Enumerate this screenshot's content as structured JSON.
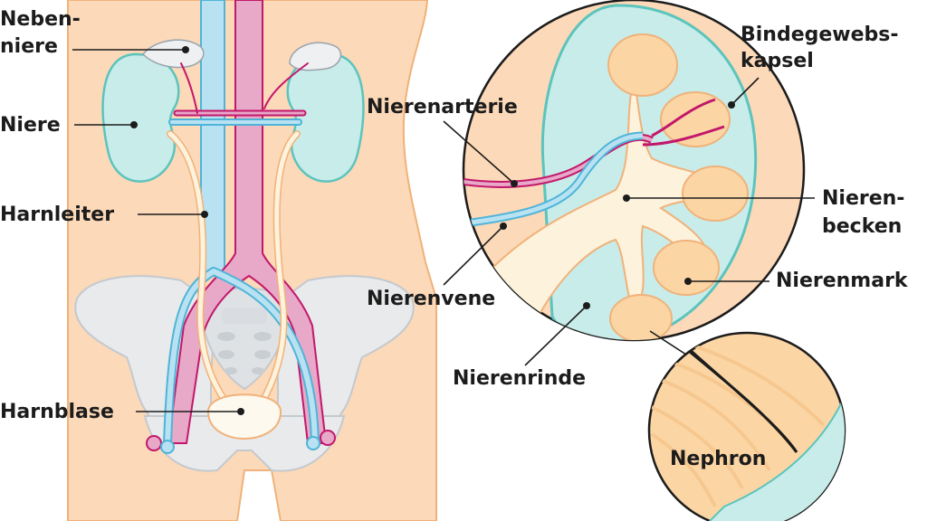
{
  "labels": {
    "nebenniere_1": "Neben-",
    "nebenniere_2": "niere",
    "niere": "Niere",
    "harnleiter": "Harnleiter",
    "harnblase": "Harnblase",
    "nierenarterie": "Nierenarterie",
    "nierenvene": "Nierenvene",
    "nierenrinde": "Nierenrinde",
    "bindegewebskapsel_1": "Bindegewebs-",
    "bindegewebskapsel_2": "kapsel",
    "nierenbecken_1": "Nieren-",
    "nierenbecken_2": "becken",
    "nierenmark": "Nierenmark",
    "nephron": "Nephron"
  },
  "colors": {
    "skin": "#fcd9b8",
    "skin_outline": "#f0b27a",
    "kidney": "#c8ece9",
    "kidney_outline": "#5cc4bd",
    "artery": "#e8a8c8",
    "artery_outline": "#c2186b",
    "vein": "#b8e2f2",
    "vein_outline": "#4fb4d8",
    "ureter": "#fdf2dc",
    "pyramid": "#fbd6a4",
    "bone": "#e8eaec",
    "bone_outline": "#c4c9ce"
  }
}
